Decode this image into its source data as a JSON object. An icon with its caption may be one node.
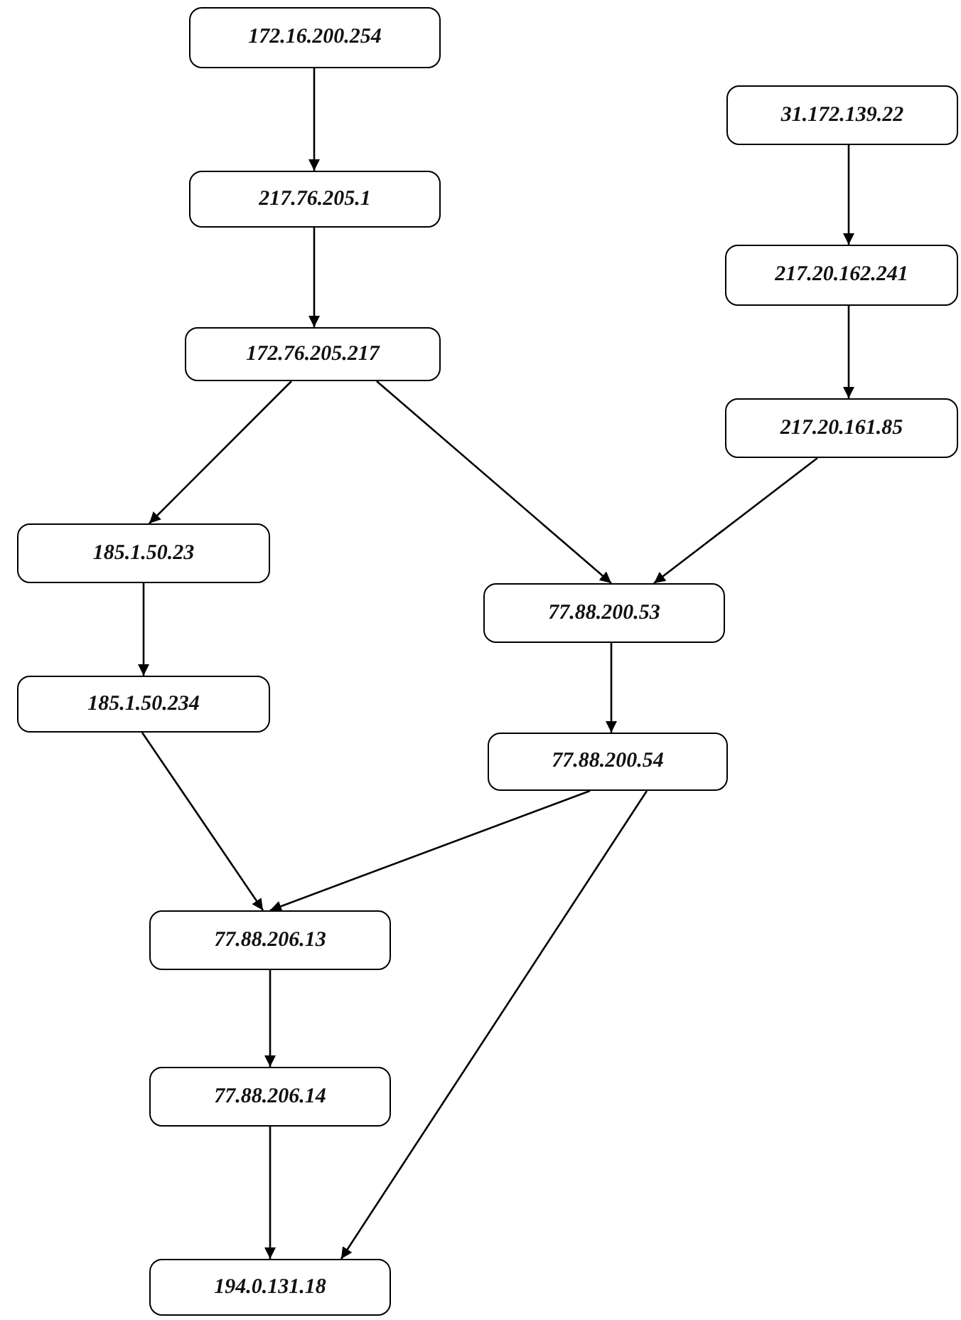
{
  "diagram": {
    "nodes": [
      {
        "text": [
          "172.16.200.254"
        ]
      },
      {
        "text": [
          "217.76.205.1"
        ]
      },
      {
        "text": [
          "172.76.205.217"
        ]
      },
      {
        "text": [
          "31.172.139.22"
        ]
      },
      {
        "text": [
          "217.20.162.241"
        ]
      },
      {
        "text": [
          "217.20.161.85"
        ]
      },
      {
        "text": [
          "185.1.50.23"
        ]
      },
      {
        "text": [
          "77.88.200.53"
        ]
      },
      {
        "text": [
          "185.1.50.234"
        ]
      },
      {
        "text": [
          "77.88.200.54"
        ]
      },
      {
        "text": [
          "77.88.206.13"
        ]
      },
      {
        "text": [
          "77.88.206.14"
        ]
      },
      {
        "text": [
          "194.0.131.18"
        ]
      }
    ],
    "edges": [
      {
        "from": 0,
        "to": 1,
        "arrow": "to"
      },
      {
        "from": 1,
        "to": 2,
        "arrow": "to"
      },
      {
        "from": 2,
        "to": 6,
        "arrow": "to"
      },
      {
        "from": 2,
        "to": 7,
        "arrow": "to"
      },
      {
        "from": 3,
        "to": 4,
        "arrow": "to"
      },
      {
        "from": 4,
        "to": 5,
        "arrow": "to"
      },
      {
        "from": 5,
        "to": 7,
        "arrow": "to"
      },
      {
        "from": 6,
        "to": 8,
        "arrow": "to"
      },
      {
        "from": 7,
        "to": 9,
        "arrow": "to"
      },
      {
        "from": 8,
        "to": 10,
        "arrow": "to"
      },
      {
        "from": 9,
        "to": 10,
        "arrow": "to"
      },
      {
        "from": 9,
        "to": 12,
        "arrow": "to"
      },
      {
        "from": 10,
        "to": 11,
        "arrow": "to"
      },
      {
        "from": 11,
        "to": 12,
        "arrow": "to"
      }
    ]
  }
}
